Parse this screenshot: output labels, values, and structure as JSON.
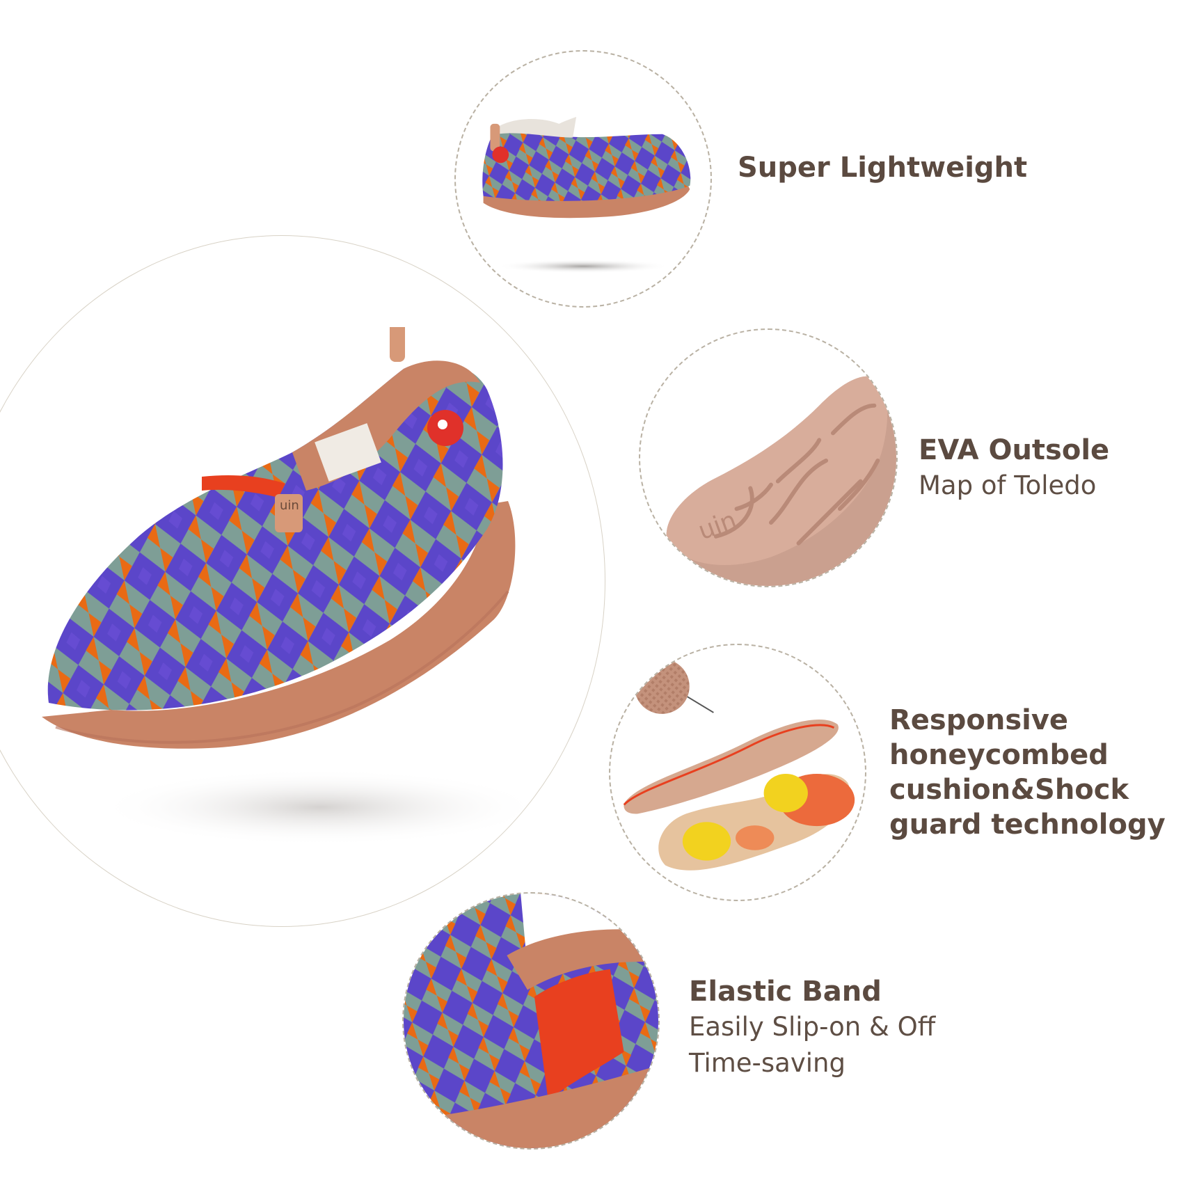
{
  "features": [
    {
      "title": "Super Lightweight",
      "desc": []
    },
    {
      "title": "EVA Outsole",
      "desc": [
        "Map of Toledo"
      ]
    },
    {
      "title_lines": [
        "Responsive",
        "honeycombed",
        "cushion&Shock",
        "guard technology"
      ],
      "desc": []
    },
    {
      "title": "Elastic Band",
      "desc": [
        "Easily Slip-on & Off",
        "Time-saving"
      ]
    }
  ],
  "brand_mark": "uin",
  "colors": {
    "text": "#5b4a40",
    "sole": "#c98466",
    "purple": "#5b46c9",
    "orange": "#e96a14",
    "teal": "#7e9e96",
    "elastic_red": "#e8401f",
    "insole_yellow": "#f2d21f",
    "circle_border": "#b9b1a3"
  },
  "icons": [
    "shoe-lightweight-image",
    "outsole-image",
    "insole-image",
    "elastic-band-image",
    "hero-shoe-image"
  ]
}
